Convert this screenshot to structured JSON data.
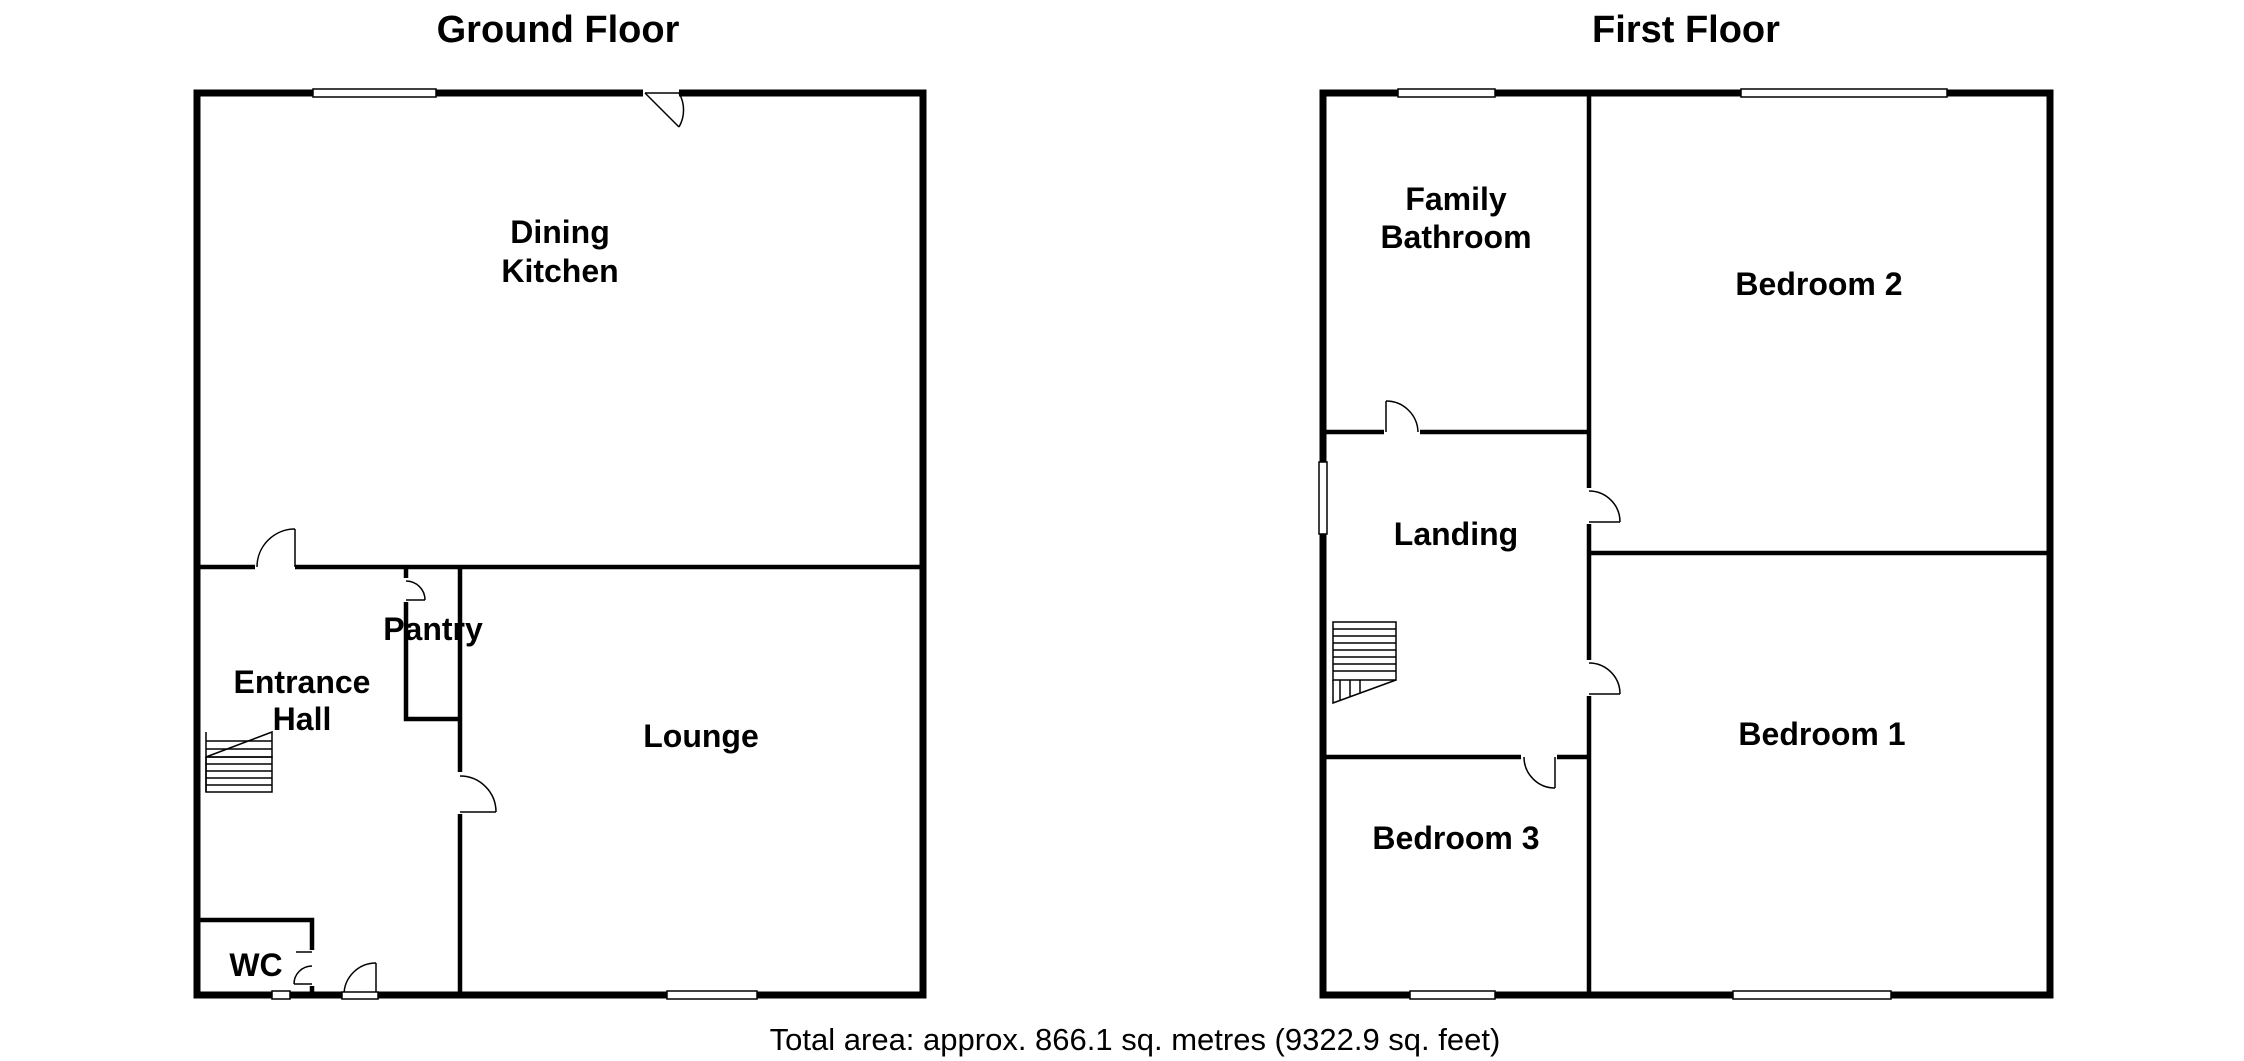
{
  "ground_floor": {
    "title": "Ground Floor",
    "rooms": {
      "dining_kitchen": [
        "Dining",
        "Kitchen"
      ],
      "pantry": "Pantry",
      "entrance_hall": [
        "Entrance",
        "Hall"
      ],
      "lounge": "Lounge",
      "wc": "WC"
    }
  },
  "first_floor": {
    "title": "First Floor",
    "rooms": {
      "family_bathroom": [
        "Family",
        "Bathroom"
      ],
      "bedroom_2": "Bedroom 2",
      "landing": "Landing",
      "bedroom_1": "Bedroom 1",
      "bedroom_3": "Bedroom 3"
    }
  },
  "footer": {
    "total_area": "Total area: approx. 866.1 sq. metres (9322.9 sq. feet)"
  }
}
